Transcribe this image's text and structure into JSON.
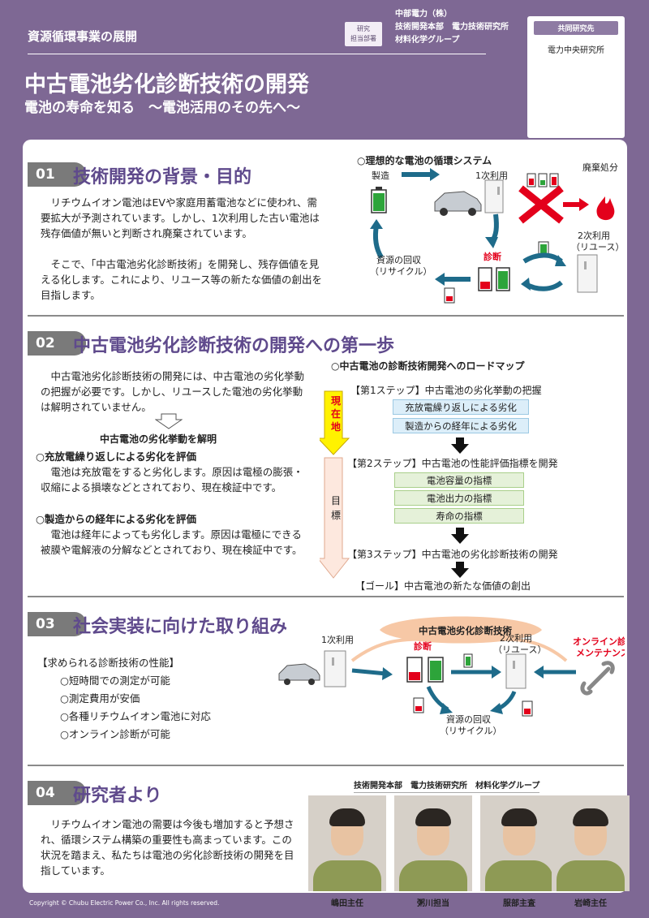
{
  "header": {
    "category": "資源循環事業の展開",
    "dept_tag": [
      "研究",
      "担当部署"
    ],
    "dept_lines": [
      "中部電力（株）",
      "技術開発本部　電力技術研究所",
      "材料化学グループ"
    ],
    "partner_label": "共同研究先",
    "partner_name": "電力中央研究所",
    "title": "中古電池劣化診断技術の開発",
    "subtitle": "電池の寿命を知る　～電池活用のその先へ～"
  },
  "sec1": {
    "num": "01",
    "title": "技術開発の背景・目的",
    "p1": "リチウムイオン電池はEVや家庭用蓄電池などに使われ、需要拡大が予測されています。しかし、1次利用した古い電池は残存価値が無いと判断され廃棄されています。",
    "p2": "そこで、「中古電池劣化診断技術」を開発し、残存価値を見える化します。これにより、リユース等の新たな価値の創出を目指します。",
    "diagram": {
      "title": "○理想的な電池の循環システム",
      "manufacture": "製造",
      "first_use": "1次利用",
      "disposal": "廃棄処分",
      "diagnosis": "診断",
      "second_use_1": "2次利用",
      "second_use_2": "（リユース）",
      "recovery_1": "資源の回収",
      "recovery_2": "（リサイクル）"
    }
  },
  "sec2": {
    "num": "02",
    "title": "中古電池劣化診断技術の開発への第一歩",
    "p1": "中古電池劣化診断技術の開発には、中古電池の劣化挙動の把握が必要です。しかし、リユースした電池の劣化挙動は解明されていません。",
    "clarify": "中古電池の劣化挙動を解明",
    "h1": "○充放電繰り返しによる劣化を評価",
    "p2": "電池は充放電をすると劣化します。原因は電極の膨張・収縮による損壊などとされており、現在検証中です。",
    "h2": "○製造からの経年による劣化を評価",
    "p3": "電池は経年によっても劣化します。原因は電極にできる被膜や電解液の分解などとされており、現在検証中です。",
    "roadmap": {
      "title": "○中古電池の診断技術開発へのロードマップ",
      "current": [
        "現",
        "在",
        "地"
      ],
      "goal_label": [
        "目",
        "標"
      ],
      "step1": "【第1ステップ】中古電池の劣化挙動の把握",
      "step1_items": [
        "充放電繰り返しによる劣化",
        "製造からの経年による劣化"
      ],
      "step2": "【第2ステップ】中古電池の性能評価指標を開発",
      "step2_items": [
        "電池容量の指標",
        "電池出力の指標",
        "寿命の指標"
      ],
      "step3": "【第3ステップ】中古電池の劣化診断技術の開発",
      "goal": "【ゴール】中古電池の新たな価値の創出"
    }
  },
  "sec3": {
    "num": "03",
    "title": "社会実装に向けた取り組み",
    "req_head": "【求められる診断技術の性能】",
    "reqs": [
      "○短時間での測定が可能",
      "○測定費用が安価",
      "○各種リチウムイオン電池に対応",
      "○オンライン診断が可能"
    ],
    "diagram": {
      "tech": "中古電池劣化診断技術",
      "first_use": "1次利用",
      "diagnosis": "診断",
      "second_use_1": "2次利用",
      "second_use_2": "（リユース）",
      "online_1": "オンライン診断",
      "online_2": "メンテナンス",
      "recovery_1": "資源の回収",
      "recovery_2": "（リサイクル）"
    }
  },
  "sec4": {
    "num": "04",
    "title": "研究者より",
    "p1": "リチウムイオン電池の需要は今後も増加すると予想され、循環システム構築の重要性も高まっています。この状況を踏まえ、私たちは電池の劣化診断技術の開発を目指しています。",
    "team": "技術開発本部　電力技術研究所　材料化学グループ",
    "researchers": [
      "嶋田主任",
      "粥川担当",
      "服部主査",
      "岩崎主任"
    ]
  },
  "footer": {
    "copyright": "Copyright © Chubu Electric Power Co., Inc. All rights reserved."
  },
  "colors": {
    "accent": "#5f4a8c",
    "background": "#7e6894",
    "alert": "#e3001b",
    "arrow": "#1e6b8a"
  }
}
